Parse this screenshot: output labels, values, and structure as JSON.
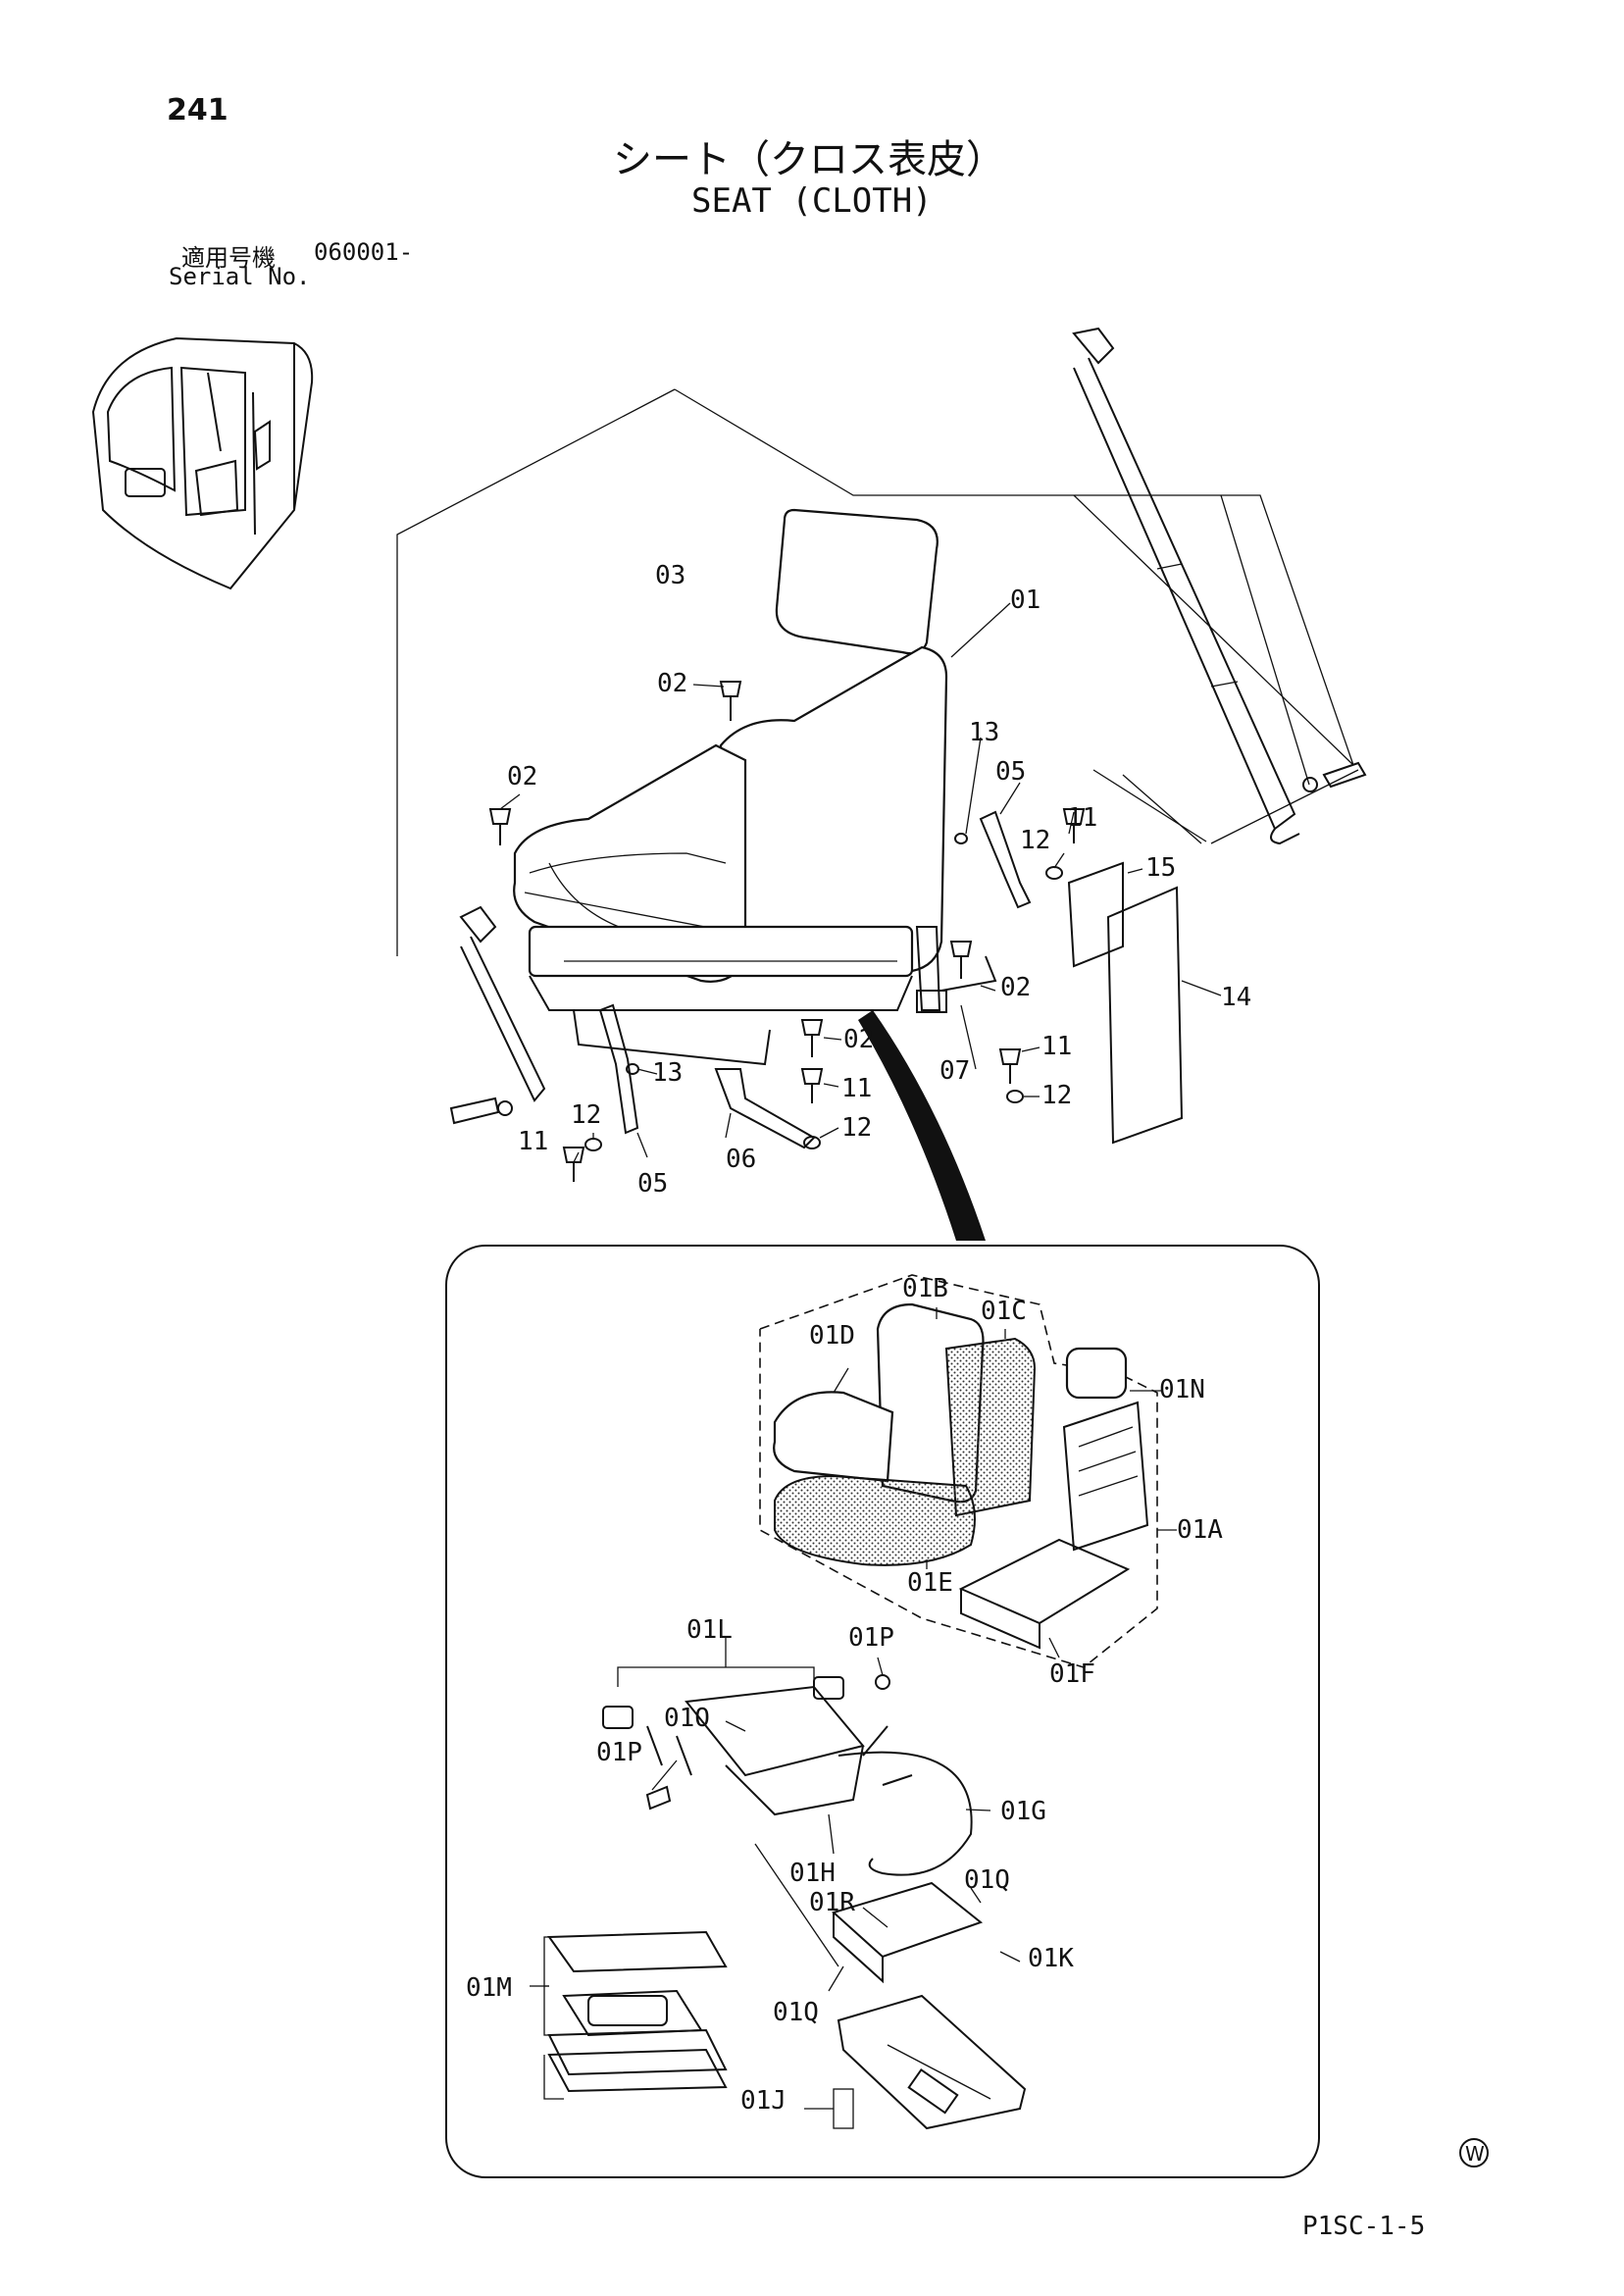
{
  "page": {
    "number": "241",
    "title_ja": "シート（クロス表皮）",
    "title_en": "SEAT (CLOTH)",
    "serial_label_ja": "適用号機",
    "serial_value": "060001-",
    "serial_label_en": "Serial No.",
    "page_code": "P1SC-1-5",
    "mark": "W"
  },
  "callouts": {
    "c01": "01",
    "c02a": "02",
    "c02b": "02",
    "c02c": "02",
    "c02d": "02",
    "c03": "03",
    "c05a": "05",
    "c05b": "05",
    "c06": "06",
    "c07": "07",
    "c11a": "11",
    "c11b": "11",
    "c11c": "11",
    "c11d": "11",
    "c12a": "12",
    "c12b": "12",
    "c12c": "12",
    "c12d": "12",
    "c13a": "13",
    "c13b": "13",
    "c14": "14",
    "c15": "15"
  },
  "detail_callouts": {
    "d01A": "01A",
    "d01B": "01B",
    "d01C": "01C",
    "d01D": "01D",
    "d01E": "01E",
    "d01F": "01F",
    "d01G": "01G",
    "d01H": "01H",
    "d01J": "01J",
    "d01K": "01K",
    "d01L": "01L",
    "d01M": "01M",
    "d01N": "01N",
    "d01O": "01O",
    "d01Pa": "01P",
    "d01Pb": "01P",
    "d01Qa": "01Q",
    "d01Qb": "01Q",
    "d01R": "01R"
  }
}
